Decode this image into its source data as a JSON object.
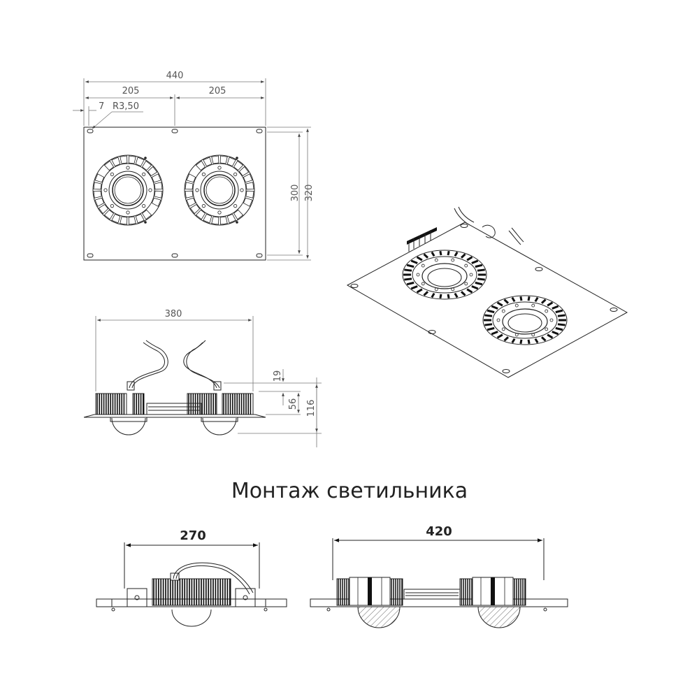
{
  "top_view": {
    "dim_total": "440",
    "dim_left": "205",
    "dim_right": "205",
    "dim_edge": "7",
    "dim_radius": "R3,50",
    "dim_height_inner": "300",
    "dim_height_outer": "320"
  },
  "side_view": {
    "dim_width": "380",
    "dim_19": "19",
    "dim_56": "56",
    "dim_116": "116"
  },
  "section_title": "Монтаж светильника",
  "mount_left": {
    "dim": "270"
  },
  "mount_right": {
    "dim": "420"
  },
  "colors": {
    "line": "#222222",
    "dimension": "#777777",
    "fill": "#111111"
  }
}
